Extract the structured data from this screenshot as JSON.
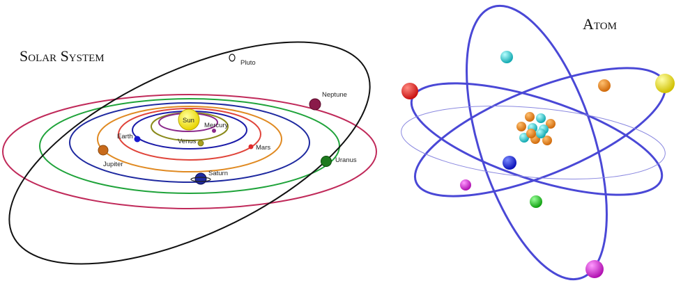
{
  "solar": {
    "title": "Solar System",
    "labels": {
      "sun": "Sun",
      "mercury": "Mercury",
      "venus": "Venus",
      "earth": "Earth",
      "mars": "Mars",
      "jupiter": "Jupiter",
      "saturn": "Saturn",
      "uranus": "Uranus",
      "neptune": "Neptune",
      "pluto": "Pluto"
    }
  },
  "atom": {
    "title": "Atom"
  },
  "colors": {
    "orbit_mercury": "#8b2a8b",
    "orbit_venus": "#8a8a1a",
    "orbit_earth": "#1a1aa8",
    "orbit_mars": "#e0443a",
    "orbit_jupiter": "#e08a22",
    "orbit_saturn": "#1f2aa0",
    "orbit_uranus": "#1fa33a",
    "orbit_neptune": "#c02a5a",
    "orbit_pluto": "#111111",
    "atom_orbit": "#4a48d6",
    "proton": "#e07a1a",
    "neutron": "#22c6d0"
  }
}
